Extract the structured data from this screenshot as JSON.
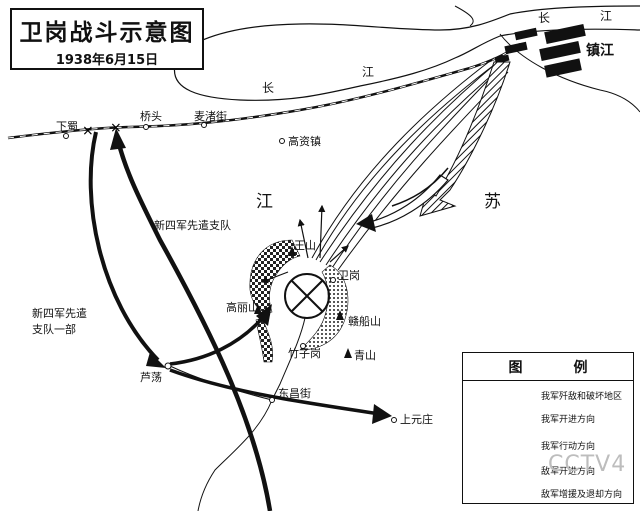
{
  "title": {
    "main": "卫岗战斗示意图",
    "date": "1938年6月15日"
  },
  "labels": {
    "xiashu": "下蜀",
    "qiaotou": "桥头",
    "malu": "麦渚街",
    "gaozi": "高资镇",
    "jiang": "江",
    "su": "苏",
    "zhenjiang": "镇江",
    "changjiang_top_1": "长",
    "changjiang_top_2": "江",
    "changjiang_mid_1": "长",
    "changjiang_mid_2": "江",
    "wangshan": "王山",
    "weigang": "卫岗",
    "gaolishan": "高丽山",
    "zhuzigang": "竹子岗",
    "chuanshan": "赣船山",
    "qingshan": "青山",
    "ludang": "芦荡",
    "dongchang": "东昌街",
    "shangyuan": "上元庄",
    "n4_vanguard": "新四军先遣支队",
    "n4_part_1": "新四军先遣",
    "n4_part_2": "支队一部"
  },
  "legend": {
    "title_1": "图",
    "title_2": "例",
    "items": [
      {
        "symbol": "⊗  X",
        "label": "我军歼敌和破坏地区"
      },
      {
        "symbol": "solid-arrow",
        "label": "我军开进方向"
      },
      {
        "symbol": "hatched-arrow",
        "label": "我军行动方向"
      },
      {
        "symbol": "double-line-arrow",
        "label": "敌军开进方向"
      },
      {
        "symbol": "striped-arrow",
        "label": "敌军增援及退却方向"
      }
    ]
  },
  "watermark": "CCTV4",
  "colors": {
    "ink": "#111111",
    "paper": "#ffffff",
    "watermark": "#bdbdbd"
  }
}
